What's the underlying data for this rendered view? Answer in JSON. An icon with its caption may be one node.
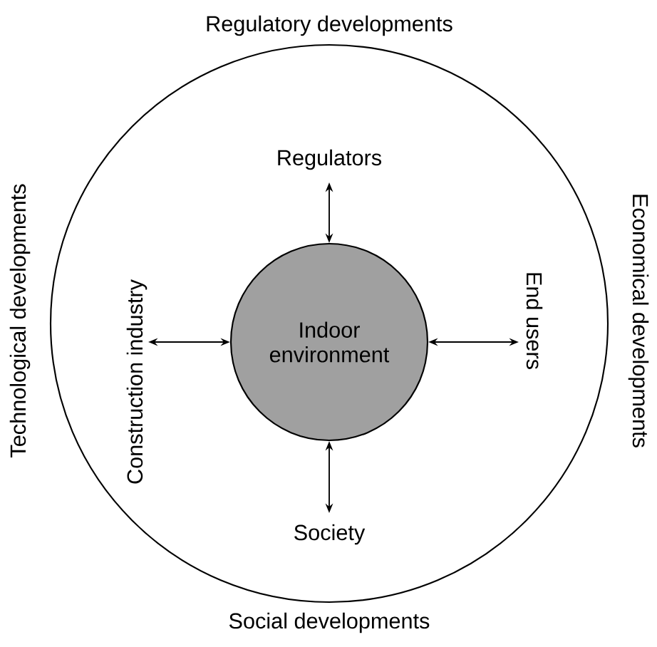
{
  "diagram": {
    "nodes": [
      {
        "text": [],
        "shape": "circle"
      },
      {
        "text": [
          "Regulators"
        ],
        "in": 0
      },
      {
        "text": [
          "Construction industry"
        ],
        "in": 0
      },
      {
        "text": [
          "Indoor environment"
        ],
        "in": 0
      },
      {
        "text": [
          "End users"
        ],
        "in": 0
      },
      {
        "text": [
          "Society"
        ],
        "in": 0
      }
    ],
    "edges": [
      {
        "from": 3,
        "to": 1,
        "arrow": "both"
      },
      {
        "from": 3,
        "to": 2,
        "arrow": "both"
      },
      {
        "from": 3,
        "to": 4,
        "arrow": "both"
      },
      {
        "from": 3,
        "to": 5,
        "arrow": "both"
      }
    ],
    "labels": [
      "Regulatory developments",
      "Technological developments",
      "Economical developments",
      "Social developments"
    ]
  }
}
